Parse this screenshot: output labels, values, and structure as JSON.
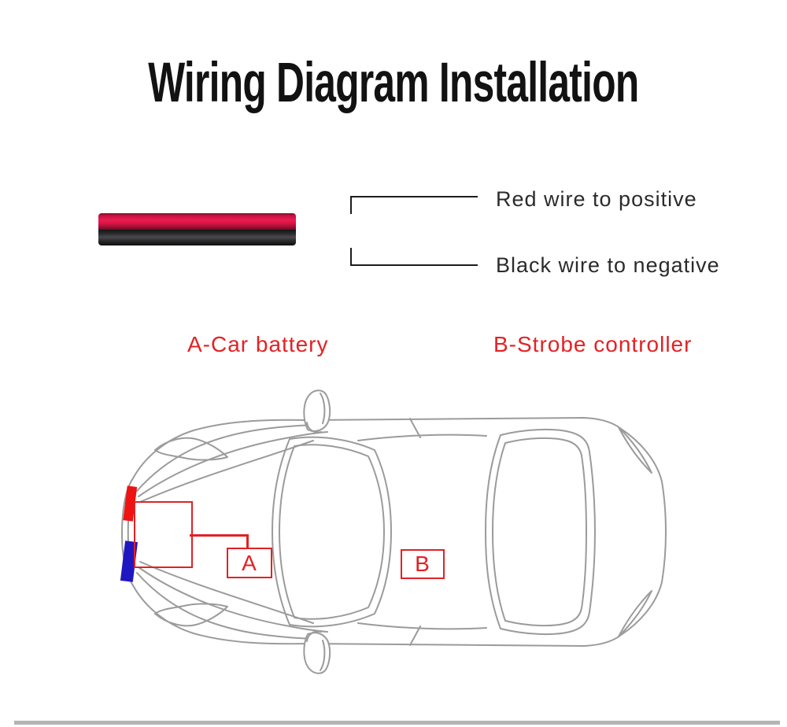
{
  "title": {
    "text": "Wiring Diagram Installation"
  },
  "legend": {
    "items": [
      {
        "label": "Red wire to positive"
      },
      {
        "label": "Black wire to negative"
      }
    ]
  },
  "component_labels": {
    "a": "A-Car battery",
    "b": "B-Strobe controller"
  },
  "diagram": {
    "marker_a": "A",
    "marker_b": "B"
  },
  "colors": {
    "title_black": "#121212",
    "legend_text": "#2b2b2b",
    "accent_red": "#e02225",
    "wire_red": "#e0164a",
    "wire_black": "#212124",
    "marker_red": "#ee1212",
    "marker_blue": "#2017c0",
    "car_line_gray": "#9b9b9b",
    "divider_gray": "#b4b4b4"
  }
}
